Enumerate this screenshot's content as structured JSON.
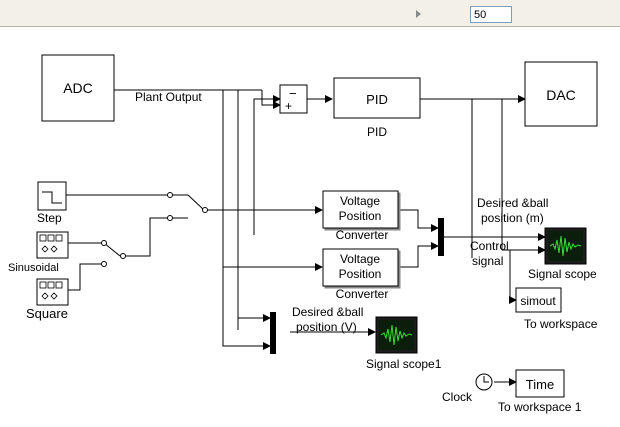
{
  "toolbar": {
    "stop_time": "50"
  },
  "blocks": {
    "adc": {
      "text": "ADC"
    },
    "dac": {
      "text": "DAC"
    },
    "pid": {
      "text": "PID",
      "caption": "PID"
    },
    "sum": {
      "minus": "−",
      "plus": "+"
    },
    "step": {
      "caption": "Step"
    },
    "sinusoidal": {
      "caption": "Sinusoidal"
    },
    "square": {
      "caption": "Square"
    },
    "vpc1": {
      "line1": "Voltage",
      "line2": "Position",
      "caption": "Converter"
    },
    "vpc2": {
      "line1": "Voltage",
      "line2": "Position",
      "caption": "Converter"
    },
    "signal_scope": {
      "caption": "Signal scope"
    },
    "signal_scope1": {
      "caption": "Signal scope1"
    },
    "simout": {
      "text": "simout",
      "caption": "To workspace"
    },
    "time": {
      "text": "Time",
      "caption": "To workspace 1"
    },
    "clock": {
      "caption": "Clock"
    }
  },
  "labels": {
    "plant_output": "Plant Output",
    "desired_m_1": "Desired &ball",
    "desired_m_2": "position (m)",
    "control_1": "Control",
    "control_2": "signal",
    "desired_v_1": "Desired &ball",
    "desired_v_2": "position (V)"
  },
  "colors": {
    "scope_bg": "#0b1e0b",
    "scope_trace": "#35e035",
    "block_border": "#000000",
    "toolbar_bg": "#f2f0e8"
  },
  "icons": [
    "toolbar-arrow-icon",
    "step-icon",
    "sine-wave-icon",
    "square-wave-icon",
    "scope-icon",
    "clock-icon"
  ]
}
